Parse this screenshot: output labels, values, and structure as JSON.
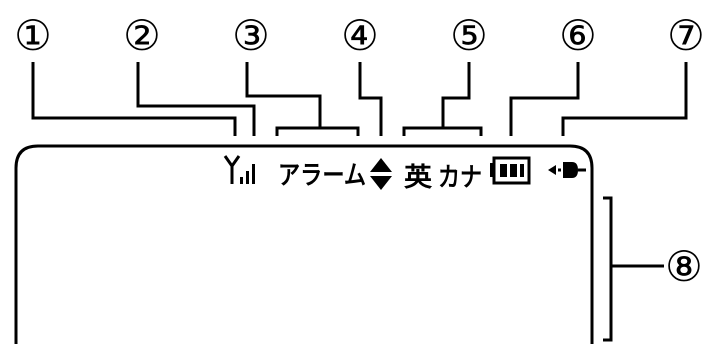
{
  "callouts": [
    {
      "label": "①"
    },
    {
      "label": "②"
    },
    {
      "label": "③"
    },
    {
      "label": "④"
    },
    {
      "label": "⑤"
    },
    {
      "label": "⑥"
    },
    {
      "label": "⑦"
    },
    {
      "label": "⑧"
    }
  ],
  "display": {
    "alarm_text": "アラーム",
    "english_text": "英",
    "kana_text": "カナ",
    "arrow_glyph": "⬍"
  },
  "icons": {
    "antenna": "antenna-icon",
    "signal": "signal-bars-icon",
    "battery": "battery-icon",
    "plug": "power-plug-icon"
  },
  "colors": {
    "stroke": "#000000",
    "background": "#ffffff"
  }
}
